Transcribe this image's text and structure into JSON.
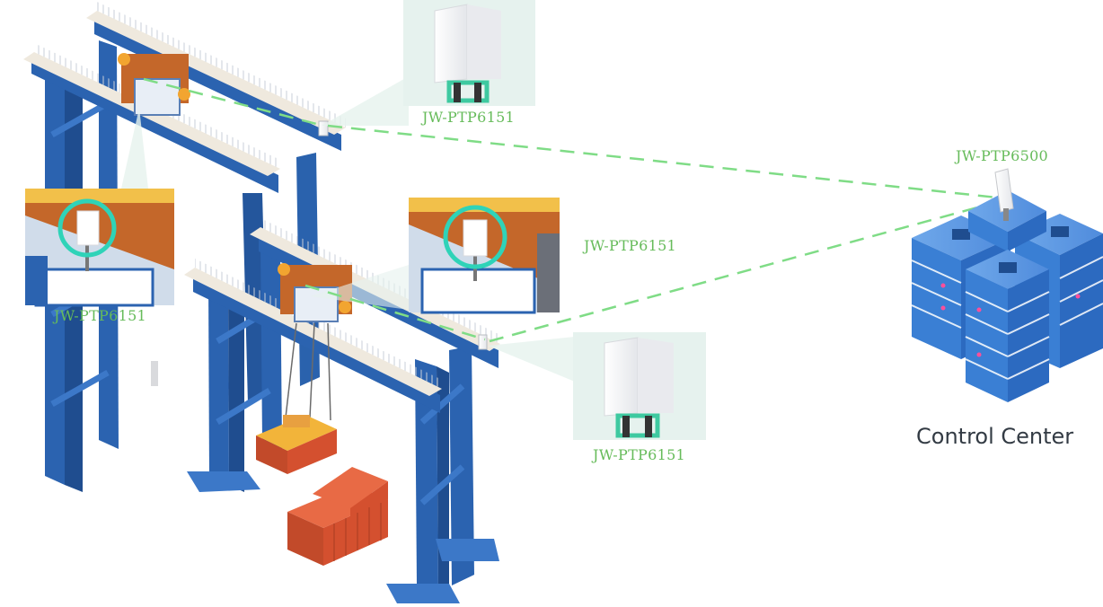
{
  "labels": {
    "top_device": "JW-PTP6151",
    "left_zoom": "JW-PTP6151",
    "center_zoom": "JW-PTP6151",
    "bottom_device": "JW-PTP6151",
    "server_device": "JW-PTP6500",
    "control_center": "Control Center"
  },
  "colors": {
    "link_line": "#7fdc86",
    "label_green": "#66bb5a",
    "highlight_ring": "#2fd3b8",
    "crane_blue": "#2b63b0",
    "server_blue": "#3a7fd4",
    "container_red": "#d4502f"
  },
  "icons": [
    "gantry-crane",
    "radio-device",
    "server-stack",
    "shipping-container"
  ]
}
